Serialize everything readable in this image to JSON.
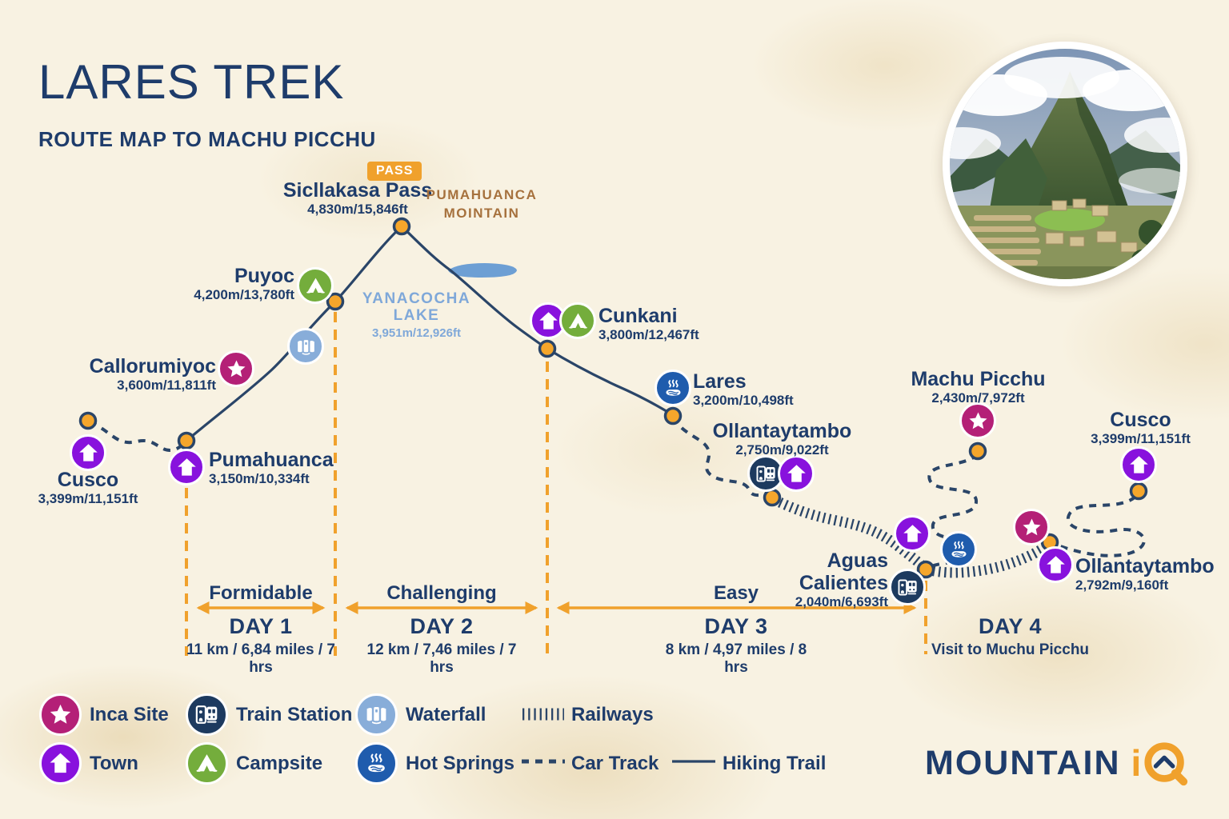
{
  "header": {
    "title": "LARES TREK",
    "subtitle": "ROUTE MAP TO MACHU PICCHU"
  },
  "pass_badge": "PASS",
  "waypoints": {
    "cusco_start": {
      "name": "Cusco",
      "elevation": "3,399m/11,151ft"
    },
    "pumahuanca": {
      "name": "Pumahuanca",
      "elevation": "3,150m/10,334ft"
    },
    "callorumiyoc": {
      "name": "Callorumiyoc",
      "elevation": "3,600m/11,811ft"
    },
    "puyoc": {
      "name": "Puyoc",
      "elevation": "4,200m/13,780ft"
    },
    "sicllakasa": {
      "name": "Sicllakasa Pass",
      "elevation": "4,830m/15,846ft"
    },
    "cunkani": {
      "name": "Cunkani",
      "elevation": "3,800m/12,467ft"
    },
    "lares": {
      "name": "Lares",
      "elevation": "3,200m/10,498ft"
    },
    "ollantaytambo1": {
      "name": "Ollantaytambo",
      "elevation": "2,750m/9,022ft"
    },
    "aguas": {
      "name": "Aguas Calientes",
      "elevation": "2,040m/6,693ft"
    },
    "machu_picchu": {
      "name": "Machu Picchu",
      "elevation": "2,430m/7,972ft"
    },
    "cusco_end": {
      "name": "Cusco",
      "elevation": "3,399m/11,151ft"
    },
    "ollantaytambo2": {
      "name": "Ollantaytambo",
      "elevation": "2,792m/9,160ft"
    }
  },
  "mountain_label": {
    "line1": "PUMAHUANCA",
    "line2": "MOINTAIN"
  },
  "lake_label": {
    "name": "YANACOCHA LAKE",
    "elevation": "3,951m/12,926ft"
  },
  "days": [
    {
      "difficulty": "Formidable",
      "title": "DAY 1",
      "detail": "11 km / 6,84 miles / 7 hrs"
    },
    {
      "difficulty": "Challenging",
      "title": "DAY 2",
      "detail": "12 km / 7,46 miles / 7 hrs"
    },
    {
      "difficulty": "Easy",
      "title": "DAY 3",
      "detail": "8 km / 4,97 miles / 8 hrs"
    },
    {
      "title": "DAY 4",
      "detail": "Visit to Muchu Picchu"
    }
  ],
  "legend": {
    "inca_site": "Inca Site",
    "train_station": "Train Station",
    "waterfall": "Waterfall",
    "railways": "Railways",
    "town": "Town",
    "campsite": "Campsite",
    "hot_springs": "Hot Springs",
    "car_track": "Car Track",
    "hiking_trail": "Hiking Trail"
  },
  "logo": {
    "brand": "MOUNTAIN",
    "iq_i": "i"
  },
  "colors": {
    "background": "#f8f2e2",
    "navy": "#1e3c6b",
    "orange": "#f0a12c",
    "town_purple": "#8812dd",
    "inca_magenta": "#b42077",
    "campsite_green": "#74ad3c",
    "train_navy": "#1d3a5f",
    "hot_springs_blue": "#1f5cad",
    "waterfall_blue": "#88add9",
    "lake_blue": "#6d9fd4",
    "lake_label_blue": "#7fa8d9",
    "mountain_brown": "#a6713d"
  }
}
